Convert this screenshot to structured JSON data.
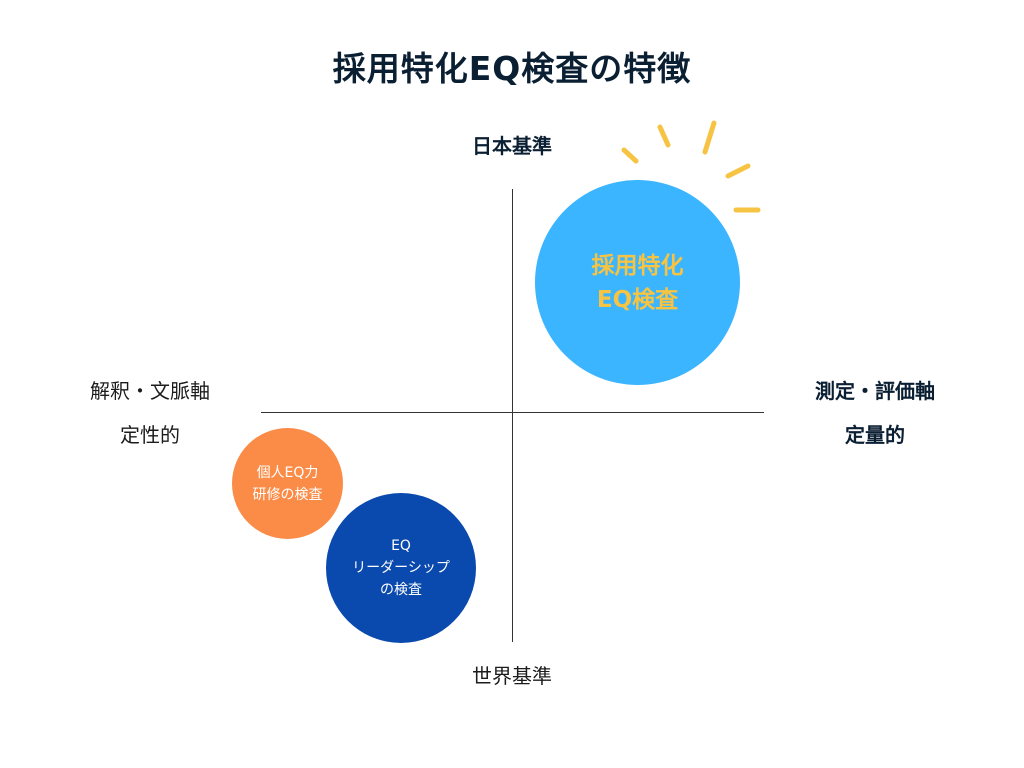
{
  "title": "採用特化EQ検査の特徴",
  "axes": {
    "top": "日本基準",
    "bottom": "世界基準",
    "left": [
      "解釈・文脈軸",
      "定性的"
    ],
    "right": [
      "測定・評価軸",
      "定量的"
    ]
  },
  "bubbles": {
    "main": {
      "lines": [
        "採用特化",
        "EQ検査"
      ],
      "fill": "#3bb5ff",
      "text_color": "#f6c343"
    },
    "orange": {
      "lines": [
        "個人EQ力",
        "研修の検査"
      ],
      "fill": "#fb8c47",
      "text_color": "#ffffff"
    },
    "blue": {
      "lines": [
        "EQ",
        "リーダーシップ",
        "の検査"
      ],
      "fill": "#0a49ad",
      "text_color": "#ffffff"
    }
  },
  "colors": {
    "title": "#0b1f33",
    "axis": "#333333",
    "sparkle": "#f6c343"
  },
  "icons": {
    "sparkle": "sparkle-icon"
  }
}
